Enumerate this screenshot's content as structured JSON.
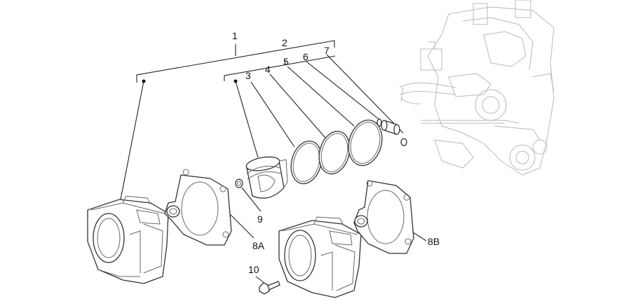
{
  "callouts": {
    "c1": "1",
    "c2": "2",
    "c3": "3",
    "c4": "4",
    "c5": "5",
    "c6": "6",
    "c7": "7",
    "c8a": "8A",
    "c8b": "8B",
    "c9": "9",
    "c10": "10"
  }
}
